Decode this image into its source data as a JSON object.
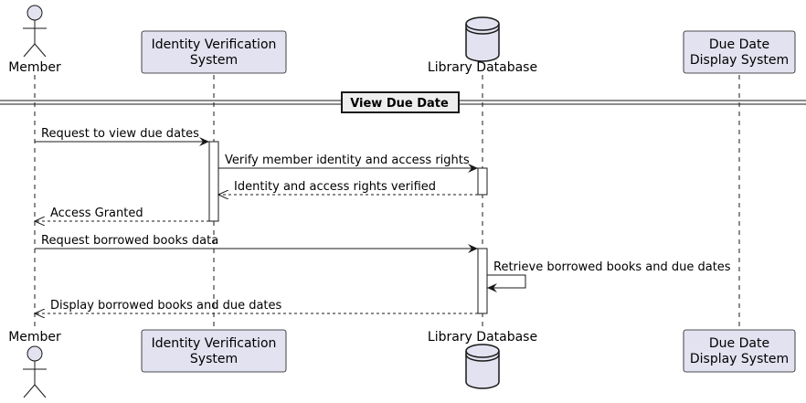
{
  "participants": [
    {
      "id": "member",
      "kind": "actor",
      "label_lines": [
        "Member"
      ]
    },
    {
      "id": "ivs",
      "kind": "participant",
      "label_lines": [
        "Identity Verification",
        "System"
      ]
    },
    {
      "id": "libdb",
      "kind": "database",
      "label_lines": [
        "Library Database"
      ]
    },
    {
      "id": "dds",
      "kind": "participant",
      "label_lines": [
        "Due Date",
        "Display System"
      ]
    }
  ],
  "section": {
    "label": "View Due Date"
  },
  "messages": [
    {
      "from": "member",
      "to": "ivs",
      "label": "Request to view due dates",
      "style": "solid"
    },
    {
      "from": "ivs",
      "to": "libdb",
      "label": "Verify member identity and access rights",
      "style": "solid"
    },
    {
      "from": "libdb",
      "to": "ivs",
      "label": "Identity and access rights verified",
      "style": "dashed"
    },
    {
      "from": "ivs",
      "to": "member",
      "label": "Access Granted",
      "style": "dashed"
    },
    {
      "from": "member",
      "to": "libdb",
      "label": "Request borrowed books data",
      "style": "solid"
    },
    {
      "from": "libdb",
      "to": "libdb",
      "label": "Retrieve borrowed books and due dates",
      "style": "solid"
    },
    {
      "from": "libdb",
      "to": "member",
      "label": "Display borrowed books and due dates",
      "style": "dashed"
    }
  ],
  "colors": {
    "participant_fill": "#e2e2f0",
    "participant_stroke": "#181818",
    "lifeline": "#181818",
    "activation_fill": "#ffffff",
    "section_fill": "#eeeeee"
  }
}
